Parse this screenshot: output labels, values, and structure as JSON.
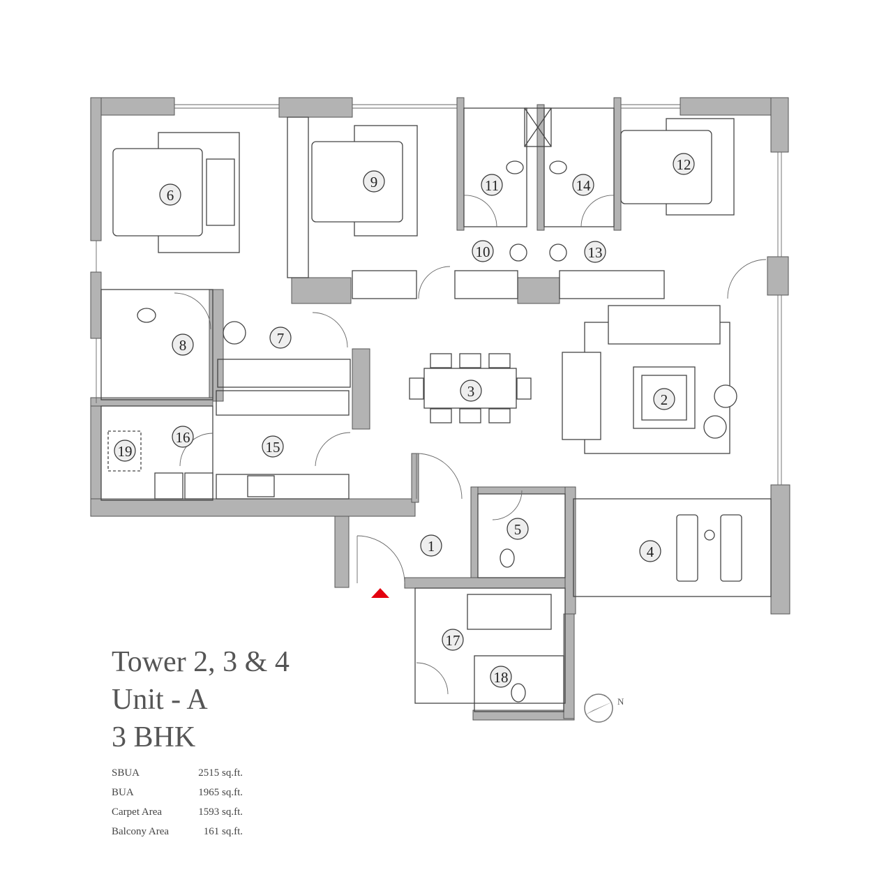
{
  "title": {
    "line1": "Tower 2, 3 & 4",
    "line2": "Unit - A",
    "line3": "3 BHK"
  },
  "areas": [
    {
      "label": "SBUA",
      "value": "2515 sq.ft."
    },
    {
      "label": "BUA",
      "value": "1965 sq.ft."
    },
    {
      "label": "Carpet Area",
      "value": "1593 sq.ft."
    },
    {
      "label": "Balcony Area",
      "value": "161 sq.ft."
    }
  ],
  "rooms": [
    "1",
    "2",
    "3",
    "4",
    "5",
    "6",
    "7",
    "8",
    "9",
    "10",
    "11",
    "12",
    "13",
    "14",
    "15",
    "16",
    "17",
    "18",
    "19"
  ],
  "compass": {
    "label": "N"
  },
  "colors": {
    "wall": "#b3b3b3",
    "entry_marker": "#e3000f"
  }
}
